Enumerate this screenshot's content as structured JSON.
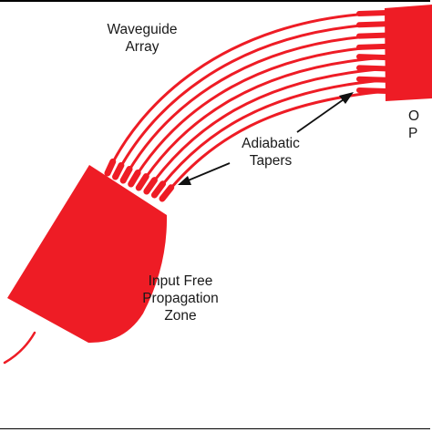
{
  "labels": {
    "waveguide_array": [
      "Waveguide",
      "Array"
    ],
    "adiabatic_tapers": [
      "Adiabatic",
      "Tapers"
    ],
    "input_fpz": [
      "Input Free",
      "Propagation",
      "Zone"
    ],
    "output_fpz_partial": [
      "O",
      "P"
    ]
  },
  "colors": {
    "waveguide": "#ee1c25",
    "arrow": "#111111",
    "text": "#1a1a1a",
    "border": "#000000"
  },
  "waveguide_count": 8
}
